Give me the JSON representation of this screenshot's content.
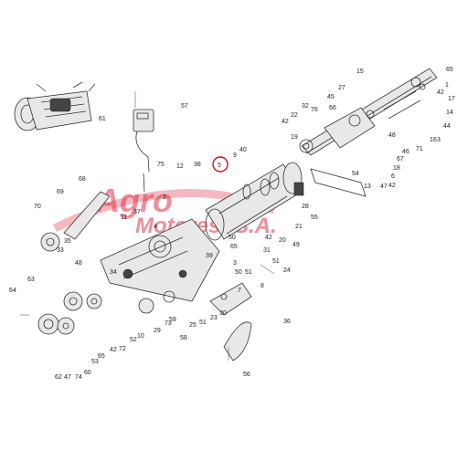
{
  "diagram": {
    "highlight": {
      "label": "5",
      "color": "#d0121b"
    },
    "watermark": {
      "line1": "Agro",
      "line2": "Motorest S.A.",
      "color": "#e0344a"
    },
    "labels": [
      "65",
      "1",
      "42",
      "17",
      "14",
      "15",
      "44",
      "48",
      "3",
      "45",
      "66",
      "27",
      "32",
      "76",
      "22",
      "42",
      "19",
      "61",
      "57",
      "16",
      "71",
      "46",
      "67",
      "18",
      "6",
      "42",
      "47",
      "13",
      "9",
      "40",
      "54",
      "38",
      "75",
      "12",
      "68",
      "69",
      "2",
      "28",
      "55",
      "21",
      "37",
      "11",
      "4",
      "70",
      "20",
      "42",
      "50",
      "65",
      "39",
      "35",
      "33",
      "31",
      "49",
      "24",
      "51",
      "8",
      "7",
      "64",
      "63",
      "62",
      "47",
      "74",
      "60",
      "53",
      "65",
      "42",
      "72",
      "52",
      "10",
      "29",
      "73",
      "58",
      "59",
      "25",
      "51",
      "23",
      "30",
      "36",
      "56",
      "48",
      "34",
      "3",
      "50",
      "51",
      "44"
    ]
  }
}
